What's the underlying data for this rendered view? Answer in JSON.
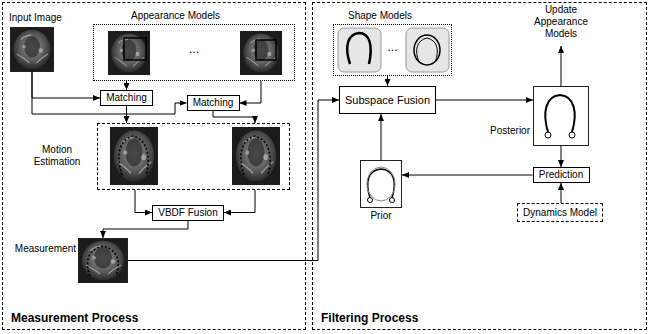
{
  "diagram": {
    "nodes": [
      {
        "text": [
          "Measurement Process"
        ]
      },
      {
        "text": [
          "Input Image"
        ],
        "in": 0
      },
      {
        "text": [
          "Appearance Models",
          "..."
        ],
        "in": 0
      },
      {
        "text": [
          "Matching"
        ],
        "in": 0
      },
      {
        "text": [
          "Matching"
        ],
        "in": 0
      },
      {
        "text": [
          "Motion Estimation"
        ],
        "in": 0
      },
      {
        "text": [
          "VBDF Fusion"
        ],
        "in": 0
      },
      {
        "text": [
          "Measurement"
        ],
        "in": 0
      },
      {
        "text": [
          "Filtering Process"
        ]
      },
      {
        "text": [
          "Shape Models",
          "..."
        ],
        "in": 8
      },
      {
        "text": [
          "Subspace Fusion"
        ],
        "in": 8
      },
      {
        "text": [
          "Posterior"
        ],
        "in": 8
      },
      {
        "text": [
          "Prediction"
        ],
        "in": 8
      },
      {
        "text": [
          "Dynamics Model"
        ],
        "in": 8
      },
      {
        "text": [
          "Prior"
        ],
        "in": 8
      }
    ],
    "edges": [
      {
        "from": 1,
        "to": 3,
        "arrow": "to"
      },
      {
        "from": 1,
        "to": 4,
        "arrow": "to"
      },
      {
        "from": 2,
        "to": 3,
        "arrow": "to"
      },
      {
        "from": 2,
        "to": 4,
        "arrow": "to"
      },
      {
        "from": 3,
        "to": 5,
        "arrow": "to"
      },
      {
        "from": 4,
        "to": 5,
        "arrow": "to"
      },
      {
        "from": 5,
        "to": 6,
        "arrow": "to"
      },
      {
        "from": 5,
        "to": 6,
        "arrow": "to"
      },
      {
        "from": 6,
        "to": 7,
        "arrow": "to"
      },
      {
        "from": 7,
        "to": 10,
        "arrow": "to"
      },
      {
        "from": 9,
        "to": 10,
        "arrow": "to"
      },
      {
        "from": 14,
        "to": 10,
        "arrow": "to"
      },
      {
        "from": 10,
        "to": 11,
        "arrow": "to"
      },
      {
        "from": 11,
        "to": 12,
        "arrow": "to"
      },
      {
        "from": 13,
        "to": 12,
        "arrow": "to"
      },
      {
        "from": 12,
        "to": 14,
        "arrow": "to"
      }
    ],
    "labels": [
      "Update Appearance Models"
    ]
  }
}
